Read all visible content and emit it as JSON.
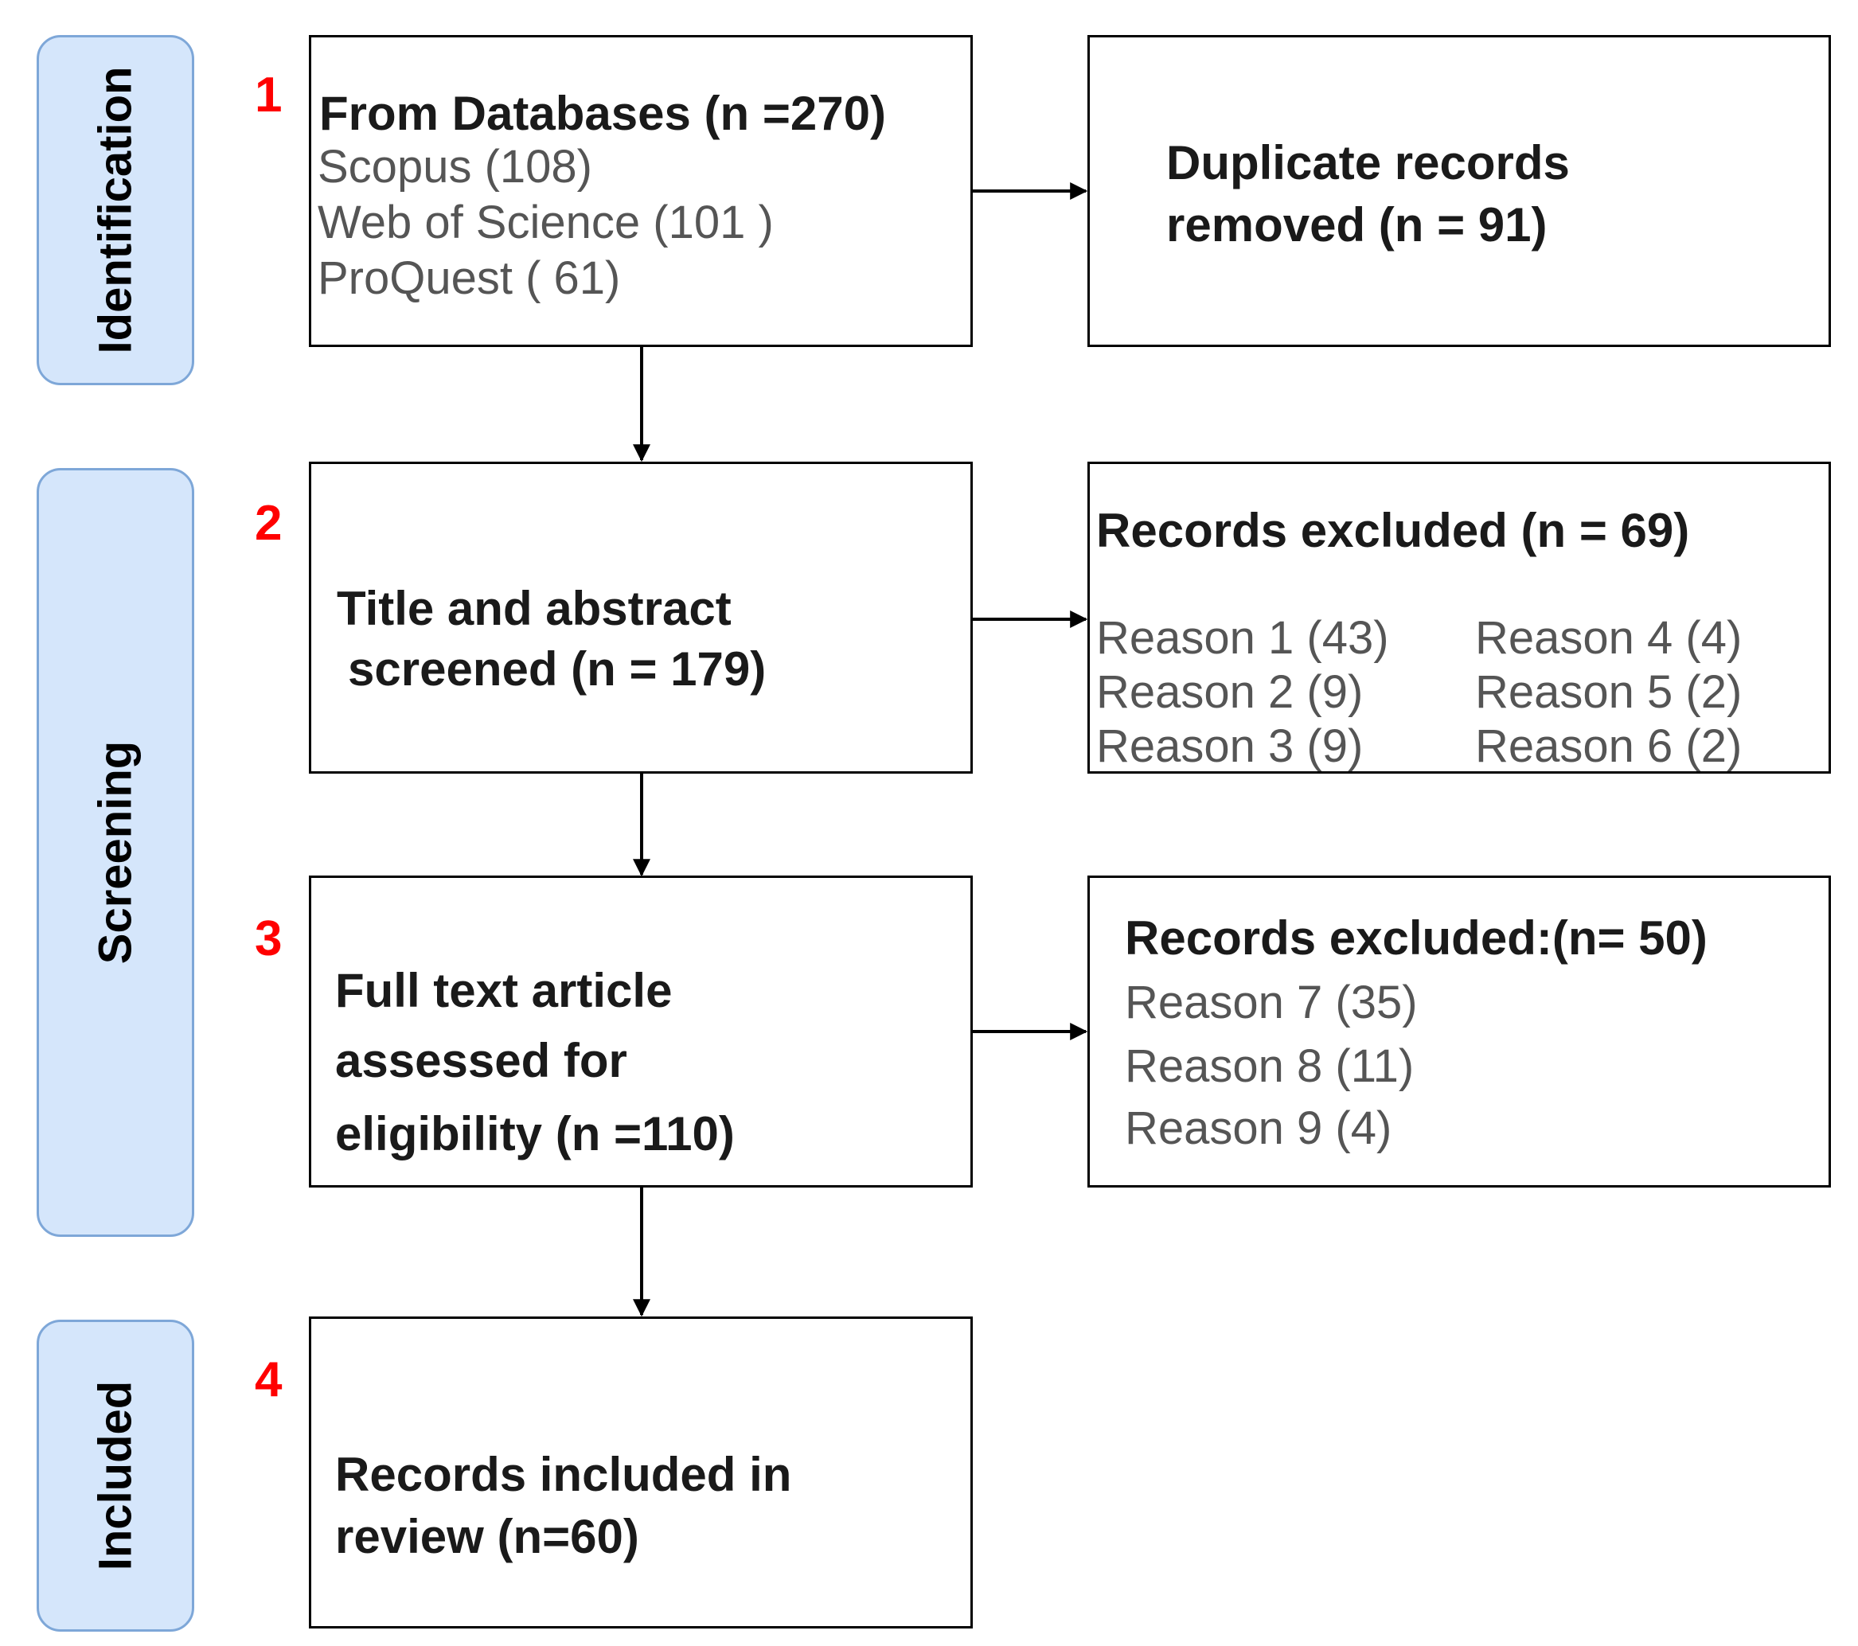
{
  "phases": {
    "identification": "Identification",
    "screening": "Screening",
    "included": "Included"
  },
  "steps": [
    "1",
    "2",
    "3",
    "4"
  ],
  "boxes": {
    "databases": {
      "title": "From Databases (n =270)",
      "lines": [
        "Scopus (108)",
        "Web of Science (101 )",
        "ProQuest ( 61)"
      ]
    },
    "duplicates": {
      "lines": [
        "Duplicate records",
        "removed (n = 91)"
      ]
    },
    "screened": {
      "lines": [
        "Title and abstract",
        "screened (n = 179)"
      ]
    },
    "excluded_screening": {
      "title": "Records excluded (n = 69)",
      "reasons_left": [
        "Reason 1 (43)",
        "Reason 2 (9)",
        "Reason 3 (9)"
      ],
      "reasons_right": [
        "Reason 4 (4)",
        "Reason 5 (2)",
        "Reason 6 (2)"
      ]
    },
    "fulltext": {
      "lines": [
        "Full text article",
        "assessed for",
        "eligibility  (n =110)"
      ]
    },
    "excluded_fulltext": {
      "title": "Records excluded:(n= 50)",
      "reasons": [
        "Reason 7 (35)",
        "Reason 8 (11)",
        "Reason 9  (4)"
      ]
    },
    "included": {
      "lines": [
        "Records included in",
        "review (n=60)"
      ]
    }
  },
  "colors": {
    "phase_fill": "#d5e6fb",
    "phase_border": "#7ea7d8",
    "step_number": "#ff0000",
    "box_border": "#000000",
    "secondary_text": "#555555"
  }
}
